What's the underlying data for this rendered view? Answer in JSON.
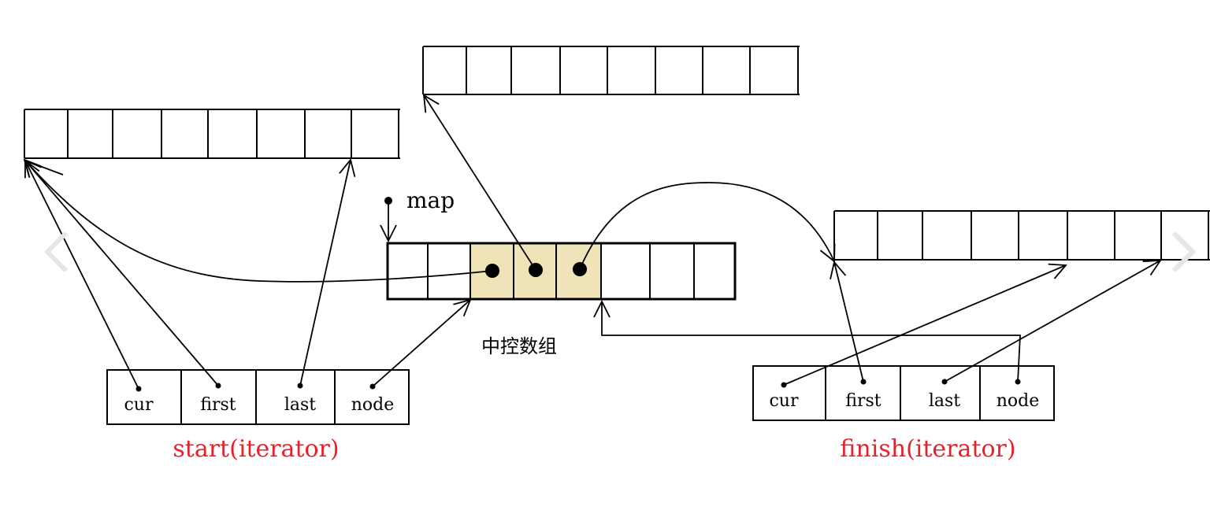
{
  "labels": {
    "map": "map",
    "center_array": "中控数组",
    "start": "start(iterator)",
    "finish": "finish(iterator)"
  },
  "start_iterator": {
    "fields": [
      "cur",
      "first",
      "last",
      "node"
    ]
  },
  "finish_iterator": {
    "fields": [
      "cur",
      "first",
      "last",
      "node"
    ]
  },
  "colors": {
    "line": "#000000",
    "highlight": "#efe3b8",
    "iterator_label": "#e8202a"
  }
}
